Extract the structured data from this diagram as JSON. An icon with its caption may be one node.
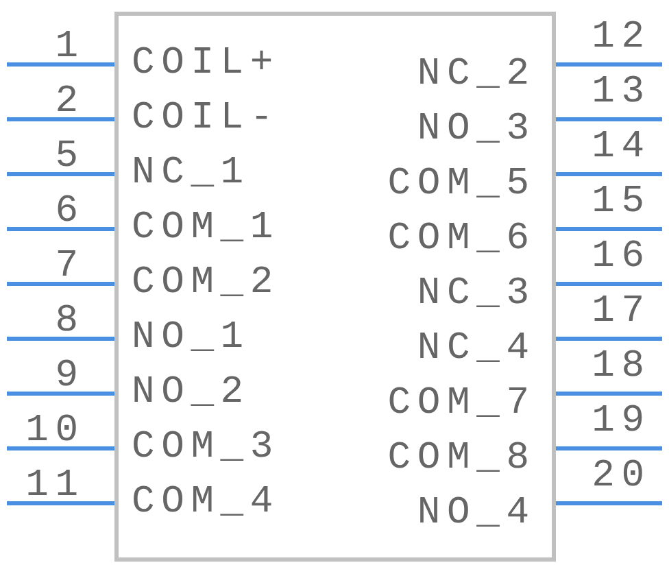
{
  "diagram": {
    "nodes": [
      {
        "text": [],
        "shape": "box"
      }
    ],
    "edges": [],
    "labels": [
      "1",
      "COIL+",
      "NC_2",
      "12",
      "2",
      "COIL-",
      "NO_3",
      "13",
      "5",
      "NC_1",
      "COM_5",
      "14",
      "6",
      "COM_1",
      "COM_6",
      "15",
      "7",
      "COM_2",
      "NC_3",
      "16",
      "8",
      "NO_1",
      "NC_4",
      "17",
      "9",
      "NO_2",
      "COM_7",
      "18",
      "10",
      "COM_3",
      "COM_8",
      "19",
      "11",
      "COM_4",
      "NO_4",
      "20"
    ]
  }
}
